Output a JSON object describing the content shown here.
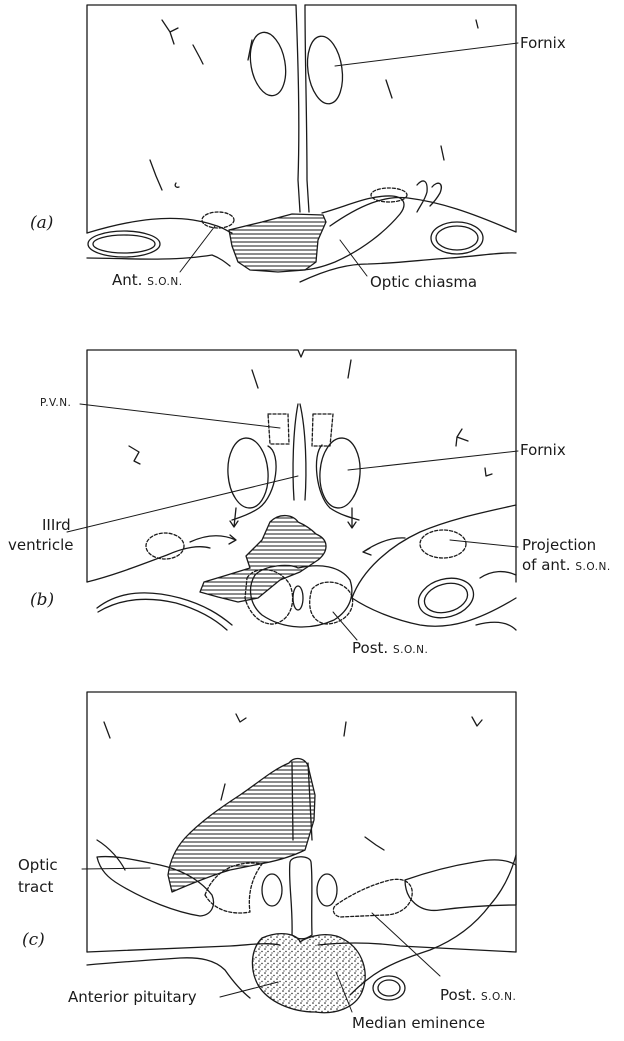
{
  "panels": {
    "a": {
      "letter": "(a)",
      "labels": {
        "fornix": "Fornix",
        "ant_son_prefix": "Ant.",
        "ant_son_abbr": "S.O.N.",
        "optic_chiasma": "Optic chiasma"
      }
    },
    "b": {
      "letter": "(b)",
      "labels": {
        "pvn": "P.V.N.",
        "fornix": "Fornix",
        "ventricle_line1": "IIIrd",
        "ventricle_line2": "ventricle",
        "projection_line1": "Projection",
        "projection_line2_prefix": "of ant.",
        "projection_line2_abbr": "S.O.N.",
        "post_son_prefix": "Post.",
        "post_son_abbr": "S.O.N."
      }
    },
    "c": {
      "letter": "(c)",
      "labels": {
        "optic_line1": "Optic",
        "optic_line2": "tract",
        "post_son_prefix": "Post.",
        "post_son_abbr": "S.O.N.",
        "anterior_pituitary": "Anterior pituitary",
        "median_eminence": "Median eminence"
      }
    }
  },
  "colors": {
    "ink": "#1a1a1a",
    "paper": "#ffffff"
  }
}
